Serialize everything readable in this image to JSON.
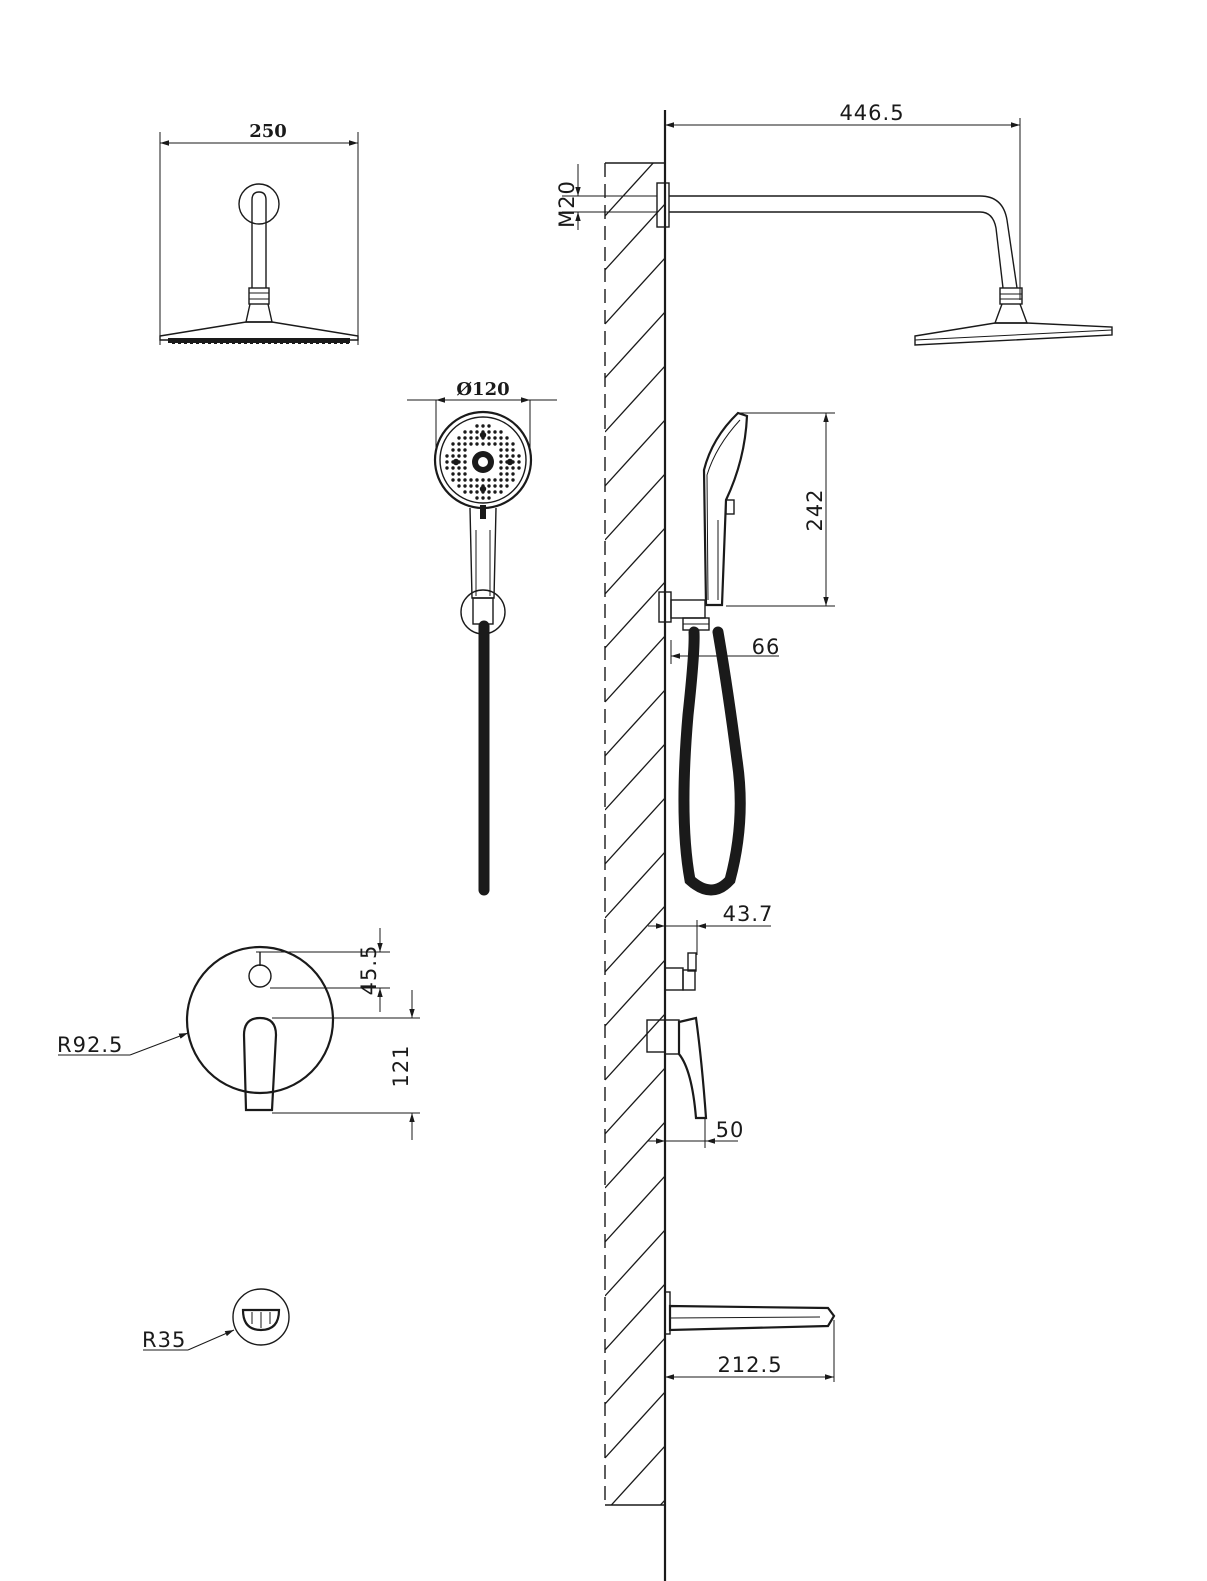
{
  "dimensions": {
    "shower_head_width": "250",
    "arm_projection": "446.5",
    "thread": "M20",
    "hand_shower_diameter": "Ø120",
    "hand_shower_length": "242",
    "holder_projection": "66",
    "outlet_projection": "43.7",
    "plate_radius": "R92.5",
    "knob_offset": "45.5",
    "lever_height": "121",
    "lever_projection": "50",
    "spout_cover_radius": "R35",
    "spout_projection": "212.5"
  },
  "colors": {
    "line": "#1a1a1a",
    "background": "#ffffff"
  }
}
